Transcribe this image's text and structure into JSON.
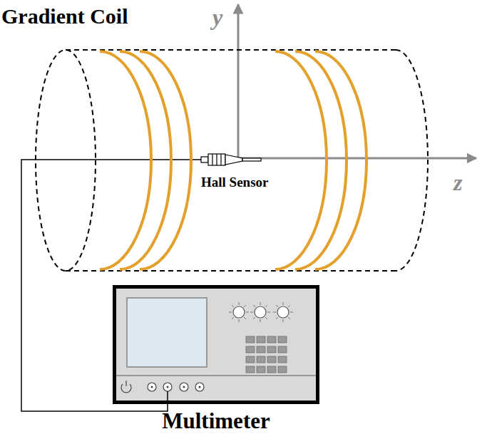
{
  "diagram": {
    "nodes": [
      {
        "text": [
          "Gradient Coil"
        ]
      },
      {
        "text": [
          "Hall Sensor"
        ],
        "in": 0
      },
      {
        "text": [
          "Multimeter"
        ]
      }
    ],
    "edges": [
      {
        "from": 1,
        "to": 2,
        "arrow": "none"
      }
    ],
    "labels": [
      "y",
      "z"
    ]
  }
}
